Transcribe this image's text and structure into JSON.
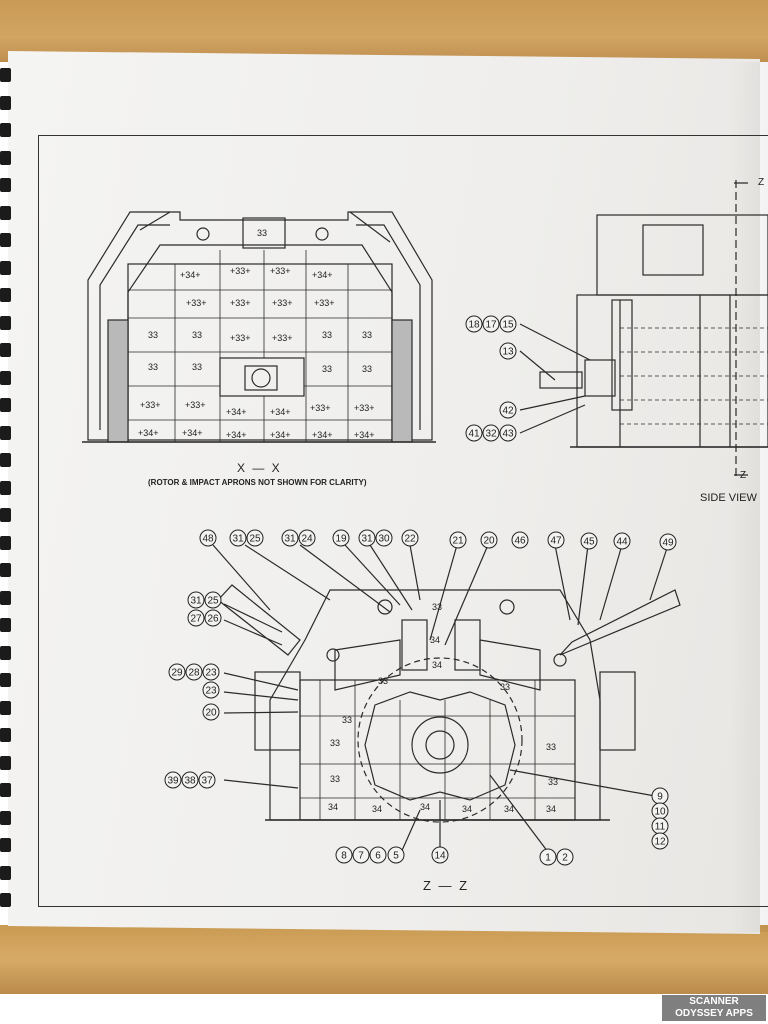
{
  "drawing": {
    "section_xx": {
      "title": "X — X",
      "note": "(ROTOR & IMPACT APRONS NOT SHOWN FOR CLARITY)",
      "part_labels": [
        "33",
        "+34+",
        "+33+"
      ]
    },
    "side_view": {
      "title": "SIDE VIEW",
      "cut_marks": [
        "Z",
        "Z"
      ],
      "callouts": [
        "18",
        "17",
        "15",
        "13",
        "42",
        "41",
        "32",
        "43"
      ]
    },
    "section_zz": {
      "title": "Z — Z",
      "callouts_top": [
        "48",
        "31",
        "25",
        "31",
        "24",
        "19",
        "31",
        "30",
        "22",
        "21",
        "20",
        "46",
        "47",
        "45",
        "44",
        "49"
      ],
      "callouts_left": [
        "31",
        "25",
        "27",
        "26",
        "29",
        "28",
        "23",
        "23",
        "20",
        "39",
        "38",
        "37"
      ],
      "callouts_right": [
        "9",
        "10",
        "11",
        "12"
      ],
      "callouts_bottom": [
        "8",
        "7",
        "6",
        "5",
        "14",
        "1",
        "2"
      ],
      "part_labels": [
        "33",
        "34"
      ]
    }
  },
  "watermark": {
    "line1": "SCANNER",
    "line2": "ODYSSEY APPS"
  }
}
